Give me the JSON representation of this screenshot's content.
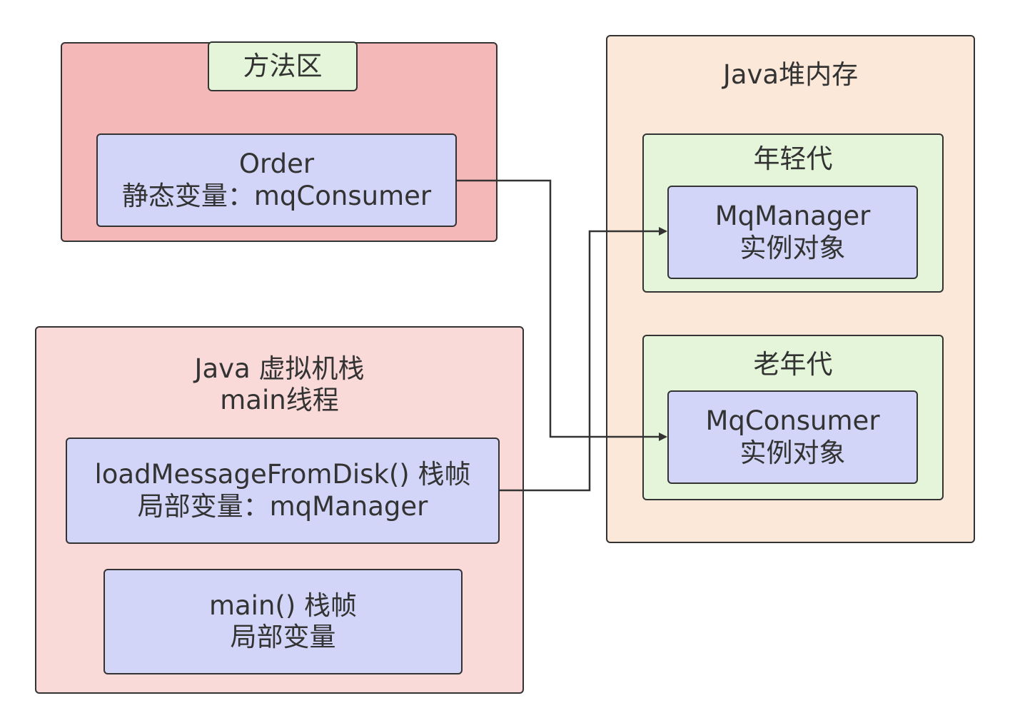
{
  "method_area": {
    "title": "方法区",
    "order_node": {
      "line1": "Order",
      "line2": "静态变量：mqConsumer"
    }
  },
  "jvm_stack": {
    "title_line1": "Java 虚拟机栈",
    "title_line2": "main线程",
    "load_frame": {
      "line1": "loadMessageFromDisk() 栈帧",
      "line2": "局部变量：mqManager"
    },
    "main_frame": {
      "line1": "main() 栈帧",
      "line2": "局部变量"
    }
  },
  "heap": {
    "title": "Java堆内存",
    "young_gen": {
      "title": "年轻代",
      "node": {
        "line1": "MqManager",
        "line2": "实例对象"
      }
    },
    "old_gen": {
      "title": "老年代",
      "node": {
        "line1": "MqConsumer",
        "line2": "实例对象"
      }
    }
  },
  "colors": {
    "method_area_fill": "#f4b8b8",
    "stack_fill": "#fad9d9",
    "heap_fill": "#fbe8d8",
    "generation_fill": "#e4f5d9",
    "node_fill": "#d2d5f7",
    "stroke": "#333333"
  }
}
